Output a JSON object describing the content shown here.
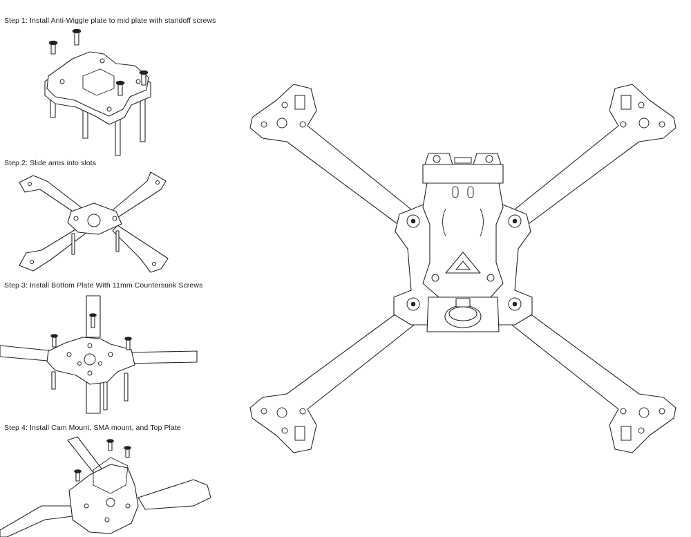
{
  "steps": [
    {
      "label": "Step 1: Install Anti-Wiggle plate to mid plate with standoff screws"
    },
    {
      "label": "Step 2: Slide arms into slots"
    },
    {
      "label": "Step 3: Install Bottom Plate With 11mm Countersunk Screws"
    },
    {
      "label": "Step 4: Install Cam Mount, SMA mount, and Top Plate"
    }
  ],
  "colors": {
    "line": "#222222",
    "background": "#ffffff"
  }
}
